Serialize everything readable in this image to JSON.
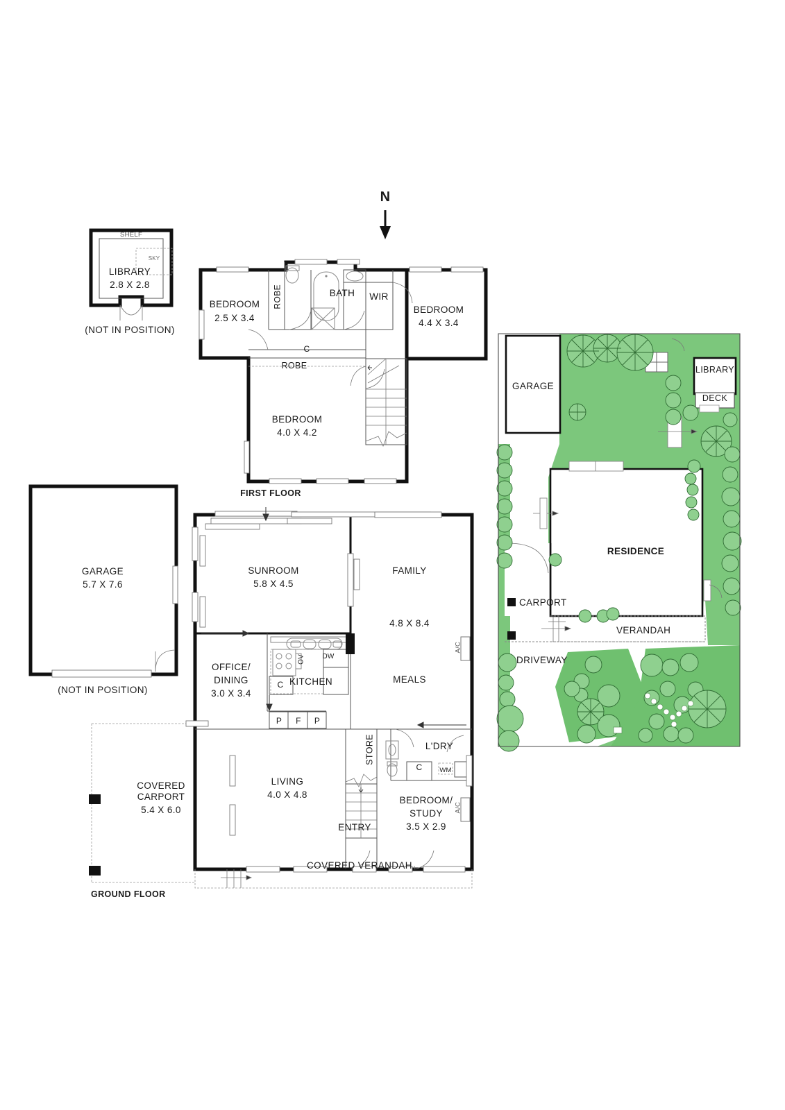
{
  "meta": {
    "doc_type": "real-estate-floorplan",
    "north_label": "N"
  },
  "floors": [
    {
      "id": "first",
      "label": "FIRST FLOOR"
    },
    {
      "id": "ground",
      "label": "GROUND FLOOR"
    }
  ],
  "detached_library": {
    "title": "LIBRARY",
    "dims": "2.8 X 2.8",
    "shelf_label": "SHELF",
    "sky_label": "SKY",
    "note": "(NOT IN POSITION)"
  },
  "detached_garage": {
    "title": "GARAGE",
    "dims": "5.7 X 7.6",
    "note": "(NOT IN POSITION)"
  },
  "first_floor": {
    "rooms": [
      {
        "name": "BEDROOM",
        "dims": "2.5 X 3.4"
      },
      {
        "name": "BEDROOM",
        "dims": "4.4 X 3.4"
      },
      {
        "name": "BEDROOM",
        "dims": "4.0 X 4.2"
      }
    ],
    "labels": {
      "robe_vertical": "ROBE",
      "robe_horizontal": "ROBE",
      "bath": "BATH",
      "wir": "WIR",
      "cupboard": "C"
    }
  },
  "ground_floor": {
    "rooms": [
      {
        "name": "SUNROOM",
        "dims": "5.8 X 4.5"
      },
      {
        "name": "FAMILY",
        "dims": "4.8 X 8.4"
      },
      {
        "name": "OFFICE/",
        "name2": "DINING",
        "dims": "3.0 X 3.4"
      },
      {
        "name": "LIVING",
        "dims": "4.0 X 4.8"
      },
      {
        "name": "BEDROOM/",
        "name2": "STUDY",
        "dims": "3.5 X 2.9"
      },
      {
        "name": "COVERED",
        "name2": "CARPORT",
        "dims": "5.4 X 6.0"
      }
    ],
    "labels": {
      "kitchen": "KITCHEN",
      "meals": "MEALS",
      "store": "STORE",
      "laundry": "L'DRY",
      "entry": "ENTRY",
      "covered_verandah": "COVERED VERANDAH",
      "cupboard": "C",
      "pantry_left": "P",
      "fridge": "F",
      "pantry_right": "P",
      "dishwasher": "DW",
      "oven": "OV",
      "washing_machine": "WM",
      "ac_family": "A/C",
      "ac_study": "A/C"
    }
  },
  "site_plan": {
    "labels": {
      "garage": "GARAGE",
      "library": "LIBRARY",
      "deck": "DECK",
      "residence": "RESIDENCE",
      "carport": "CARPORT",
      "verandah": "VERANDAH",
      "driveway": "DRIVEWAY"
    },
    "colors": {
      "grass": "#7cc77c",
      "grass_alt": "#6fc06f",
      "tree_stroke": "#2f6b33",
      "wall": "#111111"
    }
  }
}
